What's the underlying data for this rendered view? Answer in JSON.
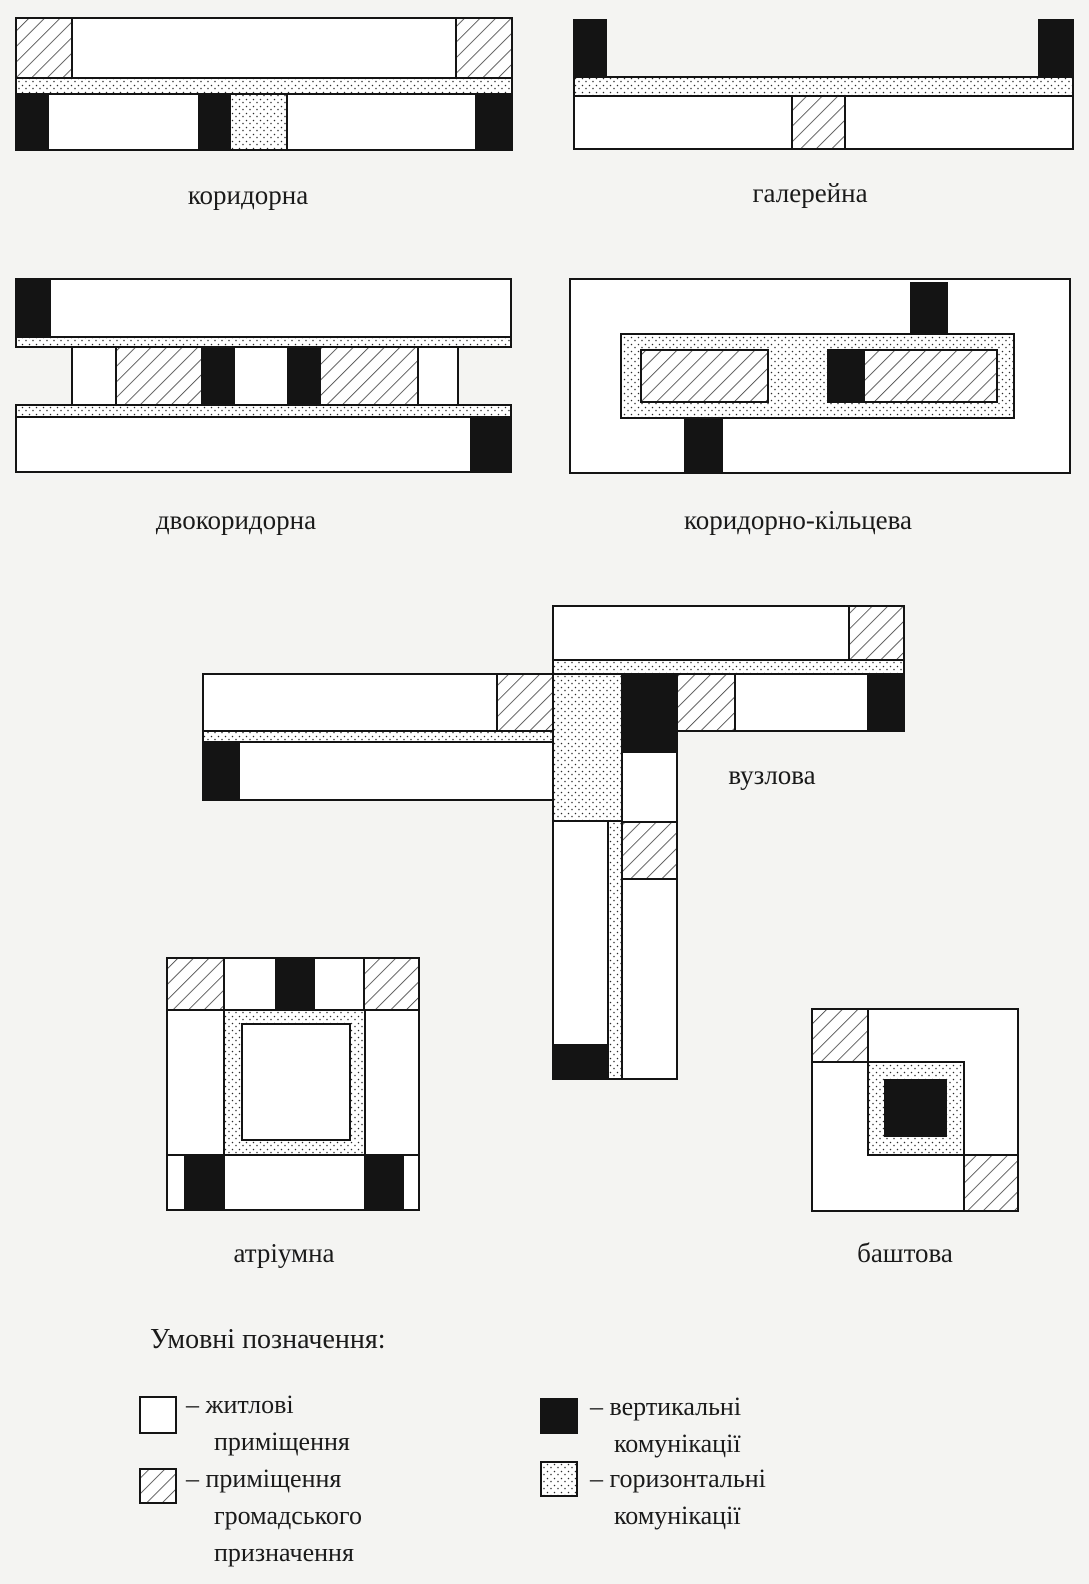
{
  "plans": {
    "corridor": "коридорна",
    "gallery": "галерейна",
    "double_corridor": "двокоридорна",
    "corridor_ring": "коридорно-кільцева",
    "nodal": "вузлова",
    "atrium": "атріумна",
    "tower": "баштова"
  },
  "legend": {
    "title": "Умовні позначення:",
    "items": [
      {
        "key": "residential",
        "fill": "white",
        "lines": [
          "– житлові",
          "приміщення"
        ]
      },
      {
        "key": "public",
        "fill": "hatch",
        "lines": [
          "– приміщення",
          "громадського",
          "призначення"
        ]
      },
      {
        "key": "vertical",
        "fill": "black",
        "lines": [
          "– вертикальні",
          "комунікації"
        ]
      },
      {
        "key": "horizontal",
        "fill": "dots",
        "lines": [
          "– горизонтальні",
          "комунікації"
        ]
      }
    ]
  },
  "colors": {
    "ink": "#141414",
    "paper": "#ffffff",
    "dots": "#2a2a2a"
  }
}
